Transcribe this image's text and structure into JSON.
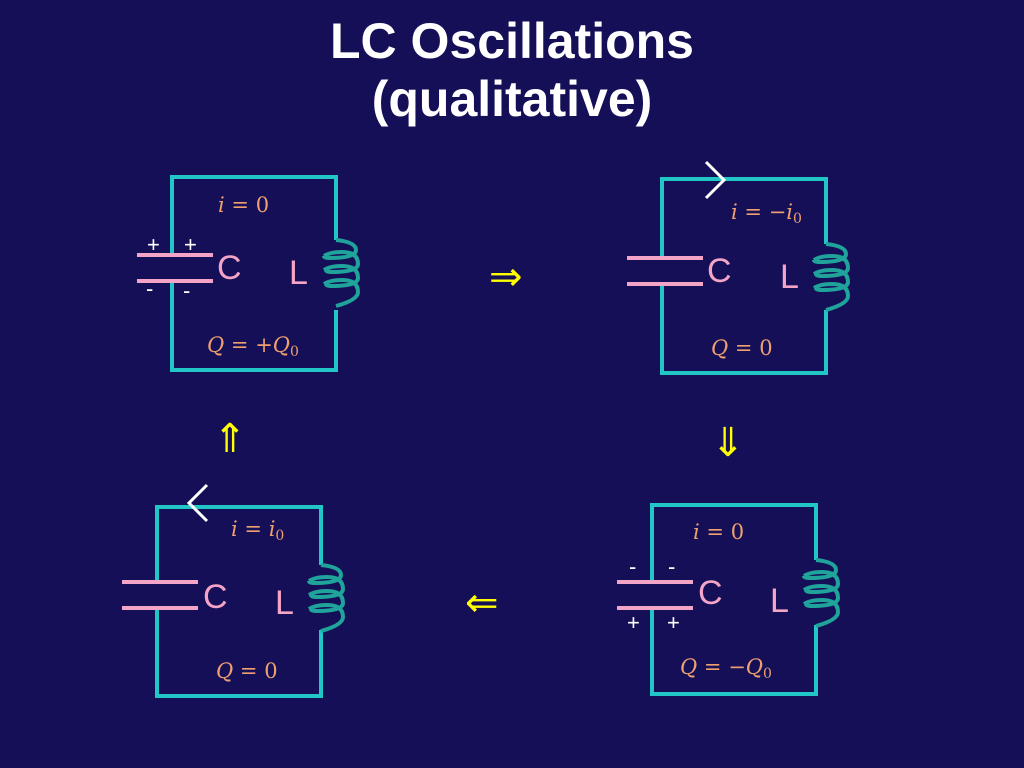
{
  "title": {
    "line1": "LC Oscillations",
    "line2": "(qualitative)"
  },
  "colors": {
    "background": "#140f57",
    "wire": "#23c6c6",
    "capacitor": "#f3a4c7",
    "inductor": "#1fa39a",
    "math_label": "#f0a070",
    "flow_arrow": "#ffff00",
    "current_arrow": "#ffffff",
    "text": "#ffffff"
  },
  "panels": {
    "top_left": {
      "current_var": "i",
      "current_eq": "=",
      "current_val": "0",
      "charge_var": "Q",
      "charge_eq": "=",
      "charge_val": "+Q",
      "charge_sub": "0",
      "cap_label": "C",
      "ind_label": "L",
      "top_plate_signs": [
        "+",
        "+"
      ],
      "bottom_plate_signs": [
        "-",
        "-"
      ]
    },
    "top_right": {
      "current_var": "i",
      "current_eq": "=",
      "current_val": "−i",
      "current_sub": "0",
      "charge_var": "Q",
      "charge_eq": "=",
      "charge_val": "0",
      "cap_label": "C",
      "ind_label": "L",
      "current_arrow": "chevron-right"
    },
    "bottom_left": {
      "current_var": "i",
      "current_eq": "=",
      "current_val": "i",
      "current_sub": "0",
      "charge_var": "Q",
      "charge_eq": "=",
      "charge_val": "0",
      "cap_label": "C",
      "ind_label": "L",
      "current_arrow": "chevron-left"
    },
    "bottom_right": {
      "current_var": "i",
      "current_eq": "=",
      "current_val": "0",
      "charge_var": "Q",
      "charge_eq": "=",
      "charge_val": "−Q",
      "charge_sub": "0",
      "cap_label": "C",
      "ind_label": "L",
      "top_plate_signs": [
        "-",
        "-"
      ],
      "bottom_plate_signs": [
        "+",
        "+"
      ]
    }
  },
  "flow_arrows": {
    "right": "⇒",
    "down": "⇓",
    "left": "⇐",
    "up": "⇑"
  }
}
